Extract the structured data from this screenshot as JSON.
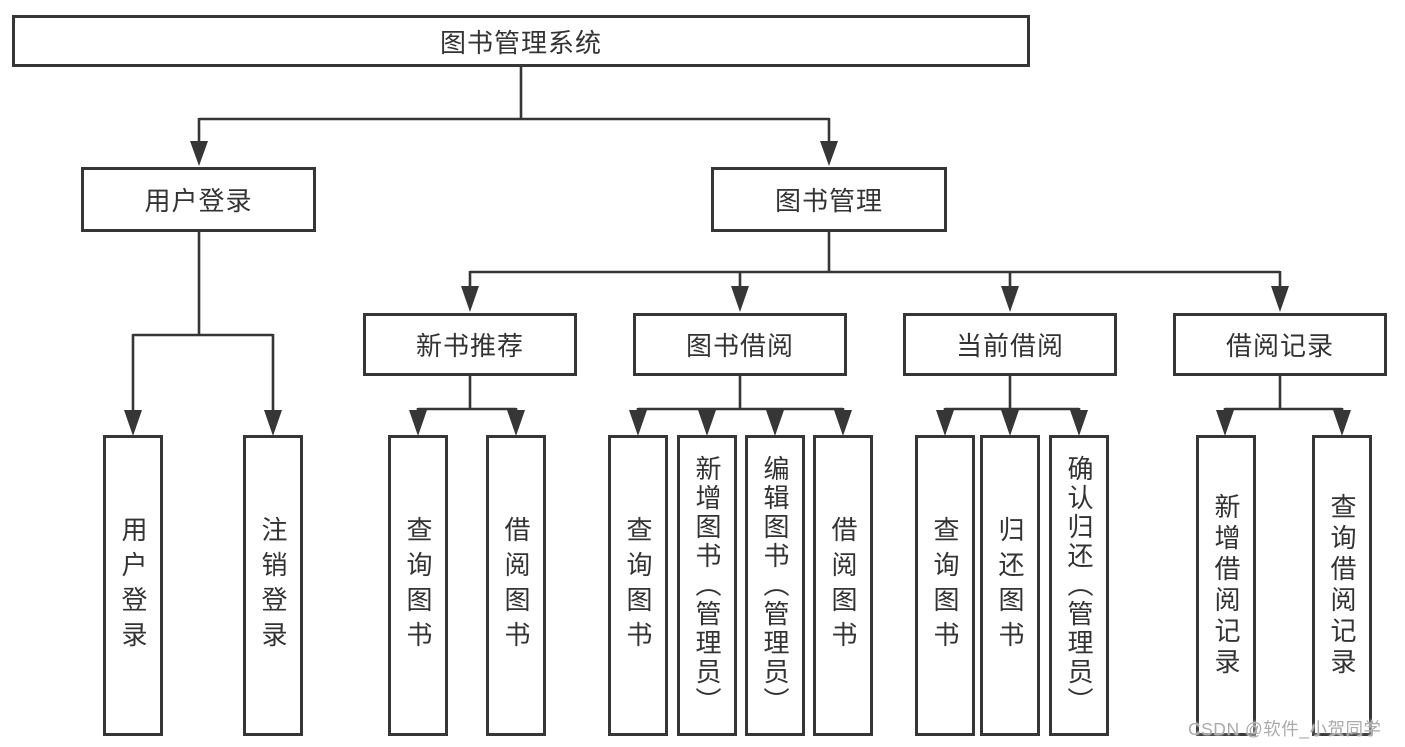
{
  "tree": {
    "label": "图书管理系统",
    "children": [
      {
        "label": "用户登录",
        "children": [
          {
            "label": "用户登录"
          },
          {
            "label": "注销登录"
          }
        ]
      },
      {
        "label": "图书管理",
        "children": [
          {
            "label": "新书推荐",
            "children": [
              {
                "label": "查询图书"
              },
              {
                "label": "借阅图书"
              }
            ]
          },
          {
            "label": "图书借阅",
            "children": [
              {
                "label": "查询图书"
              },
              {
                "label": "新增图书（管理员）"
              },
              {
                "label": "编辑图书（管理员）"
              },
              {
                "label": "借阅图书"
              }
            ]
          },
          {
            "label": "当前借阅",
            "children": [
              {
                "label": "查询图书"
              },
              {
                "label": "归还图书"
              },
              {
                "label": "确认归还（管理员）"
              }
            ]
          },
          {
            "label": "借阅记录",
            "children": [
              {
                "label": "新增借阅记录"
              },
              {
                "label": "查询借阅记录"
              }
            ]
          }
        ]
      }
    ]
  },
  "colors": {
    "line": "#363636",
    "text": "#333333",
    "background": "#ffffff",
    "watermark": "#ababab"
  },
  "watermark": {
    "text": "CSDN @软件_小贺同学"
  }
}
